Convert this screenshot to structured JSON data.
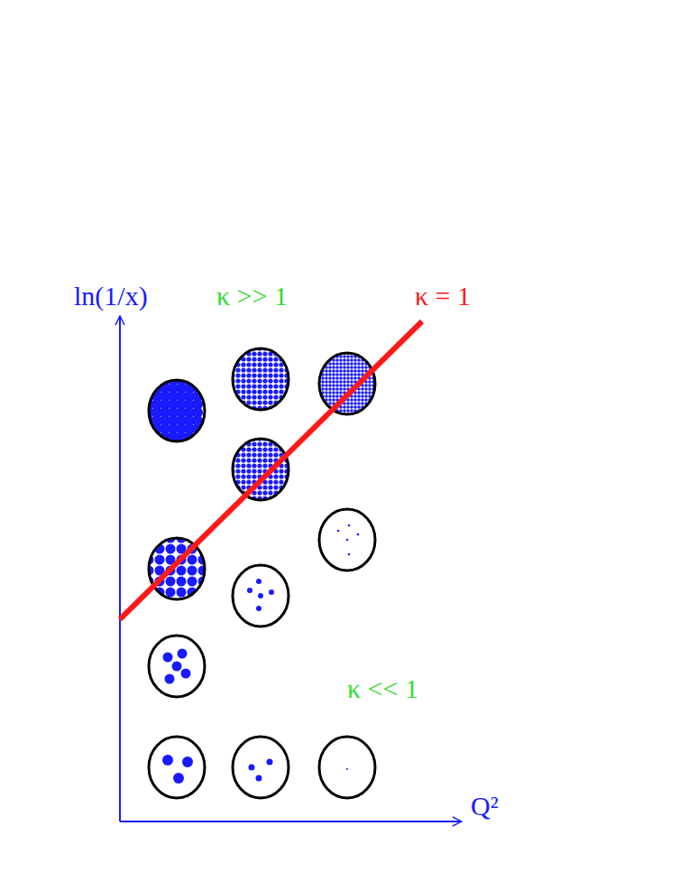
{
  "diagram": {
    "labels": [
      "ln(1/x)",
      "κ >> 1",
      "κ = 1",
      "κ << 1",
      "Q²"
    ]
  }
}
